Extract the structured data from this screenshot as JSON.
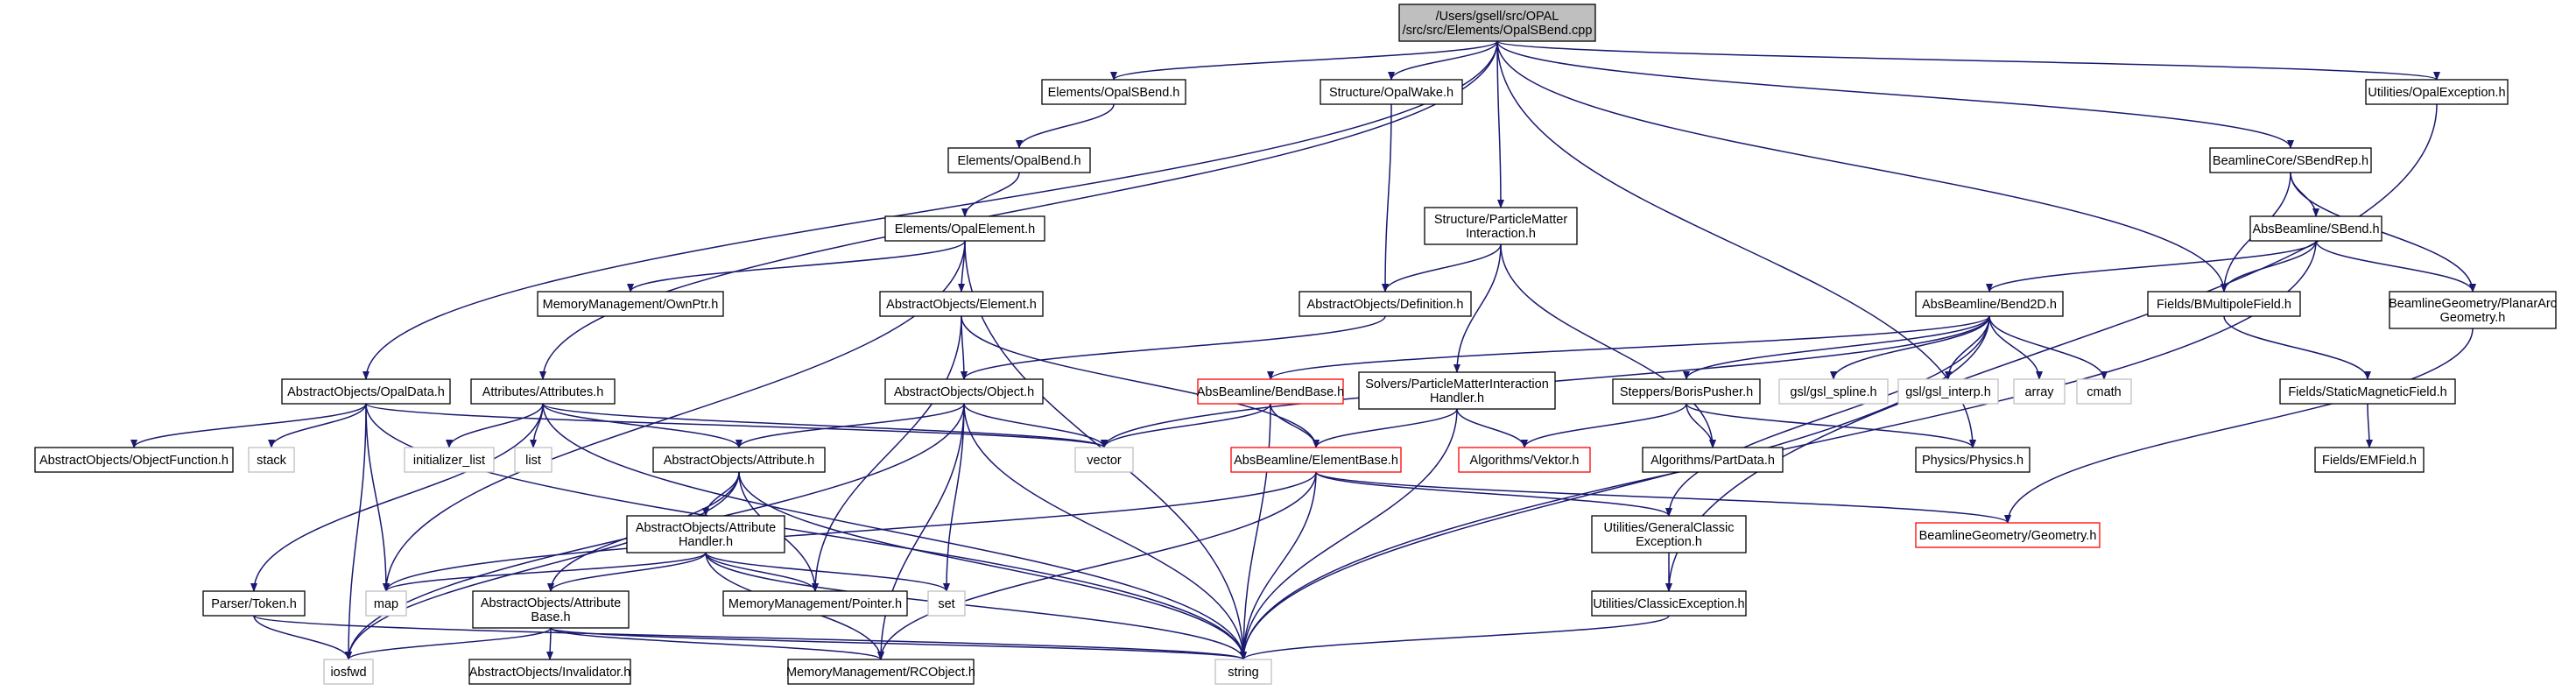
{
  "diagram": {
    "colors": {
      "edge": "#191970",
      "root_fill": "#bfbfbf",
      "red_border": "#ff0000",
      "grey_border": "#bfbfbf",
      "black_border": "#000000"
    },
    "nodes": [
      {
        "id": "root",
        "lines": [
          "/Users/gsell/src/OPAL",
          "/src/src/Elements/OpalSBend.cpp"
        ],
        "style": "root"
      },
      {
        "id": "opalsbend_h",
        "lines": [
          "Elements/OpalSBend.h"
        ],
        "style": "normal"
      },
      {
        "id": "opalwake_h",
        "lines": [
          "Structure/OpalWake.h"
        ],
        "style": "normal"
      },
      {
        "id": "pmi_h",
        "lines": [
          "Structure/ParticleMatter",
          "Interaction.h"
        ],
        "style": "normal"
      },
      {
        "id": "sbendrep_h",
        "lines": [
          "BeamlineCore/SBendRep.h"
        ],
        "style": "normal"
      },
      {
        "id": "opalexception_h",
        "lines": [
          "Utilities/OpalException.h"
        ],
        "style": "normal"
      },
      {
        "id": "opalbend_h",
        "lines": [
          "Elements/OpalBend.h"
        ],
        "style": "normal"
      },
      {
        "id": "opalelement_h",
        "lines": [
          "Elements/OpalElement.h"
        ],
        "style": "normal"
      },
      {
        "id": "ownptr_h",
        "lines": [
          "MemoryManagement/OwnPtr.h"
        ],
        "style": "normal"
      },
      {
        "id": "element_h",
        "lines": [
          "AbstractObjects/Element.h"
        ],
        "style": "normal"
      },
      {
        "id": "definition_h",
        "lines": [
          "AbstractObjects/Definition.h"
        ],
        "style": "normal"
      },
      {
        "id": "absbeamline_sbend_h",
        "lines": [
          "AbsBeamline/SBend.h"
        ],
        "style": "normal"
      },
      {
        "id": "planararc_h",
        "lines": [
          "BeamlineGeometry/PlanarArc",
          "Geometry.h"
        ],
        "style": "normal"
      },
      {
        "id": "bend2d_h",
        "lines": [
          "AbsBeamline/Bend2D.h"
        ],
        "style": "normal"
      },
      {
        "id": "bmultipole_h",
        "lines": [
          "Fields/BMultipoleField.h"
        ],
        "style": "normal"
      },
      {
        "id": "staticmag_h",
        "lines": [
          "Fields/StaticMagneticField.h"
        ],
        "style": "normal"
      },
      {
        "id": "emfield_h",
        "lines": [
          "Fields/EMField.h"
        ],
        "style": "normal"
      },
      {
        "id": "opaldata_h",
        "lines": [
          "AbstractObjects/OpalData.h"
        ],
        "style": "normal"
      },
      {
        "id": "attributes_h",
        "lines": [
          "Attributes/Attributes.h"
        ],
        "style": "normal"
      },
      {
        "id": "object_h",
        "lines": [
          "AbstractObjects/Object.h"
        ],
        "style": "normal"
      },
      {
        "id": "bendbase_h",
        "lines": [
          "AbsBeamline/BendBase.h"
        ],
        "style": "red"
      },
      {
        "id": "solvers_pmi_h",
        "lines": [
          "Solvers/ParticleMatterInteraction",
          "Handler.h"
        ],
        "style": "normal"
      },
      {
        "id": "borispusher_h",
        "lines": [
          "Steppers/BorisPusher.h"
        ],
        "style": "normal"
      },
      {
        "id": "gsl_spline_h",
        "lines": [
          "gsl/gsl_spline.h"
        ],
        "style": "grey"
      },
      {
        "id": "gsl_interp_h",
        "lines": [
          "gsl/gsl_interp.h"
        ],
        "style": "grey"
      },
      {
        "id": "array",
        "lines": [
          "array"
        ],
        "style": "grey"
      },
      {
        "id": "cmath",
        "lines": [
          "cmath"
        ],
        "style": "grey"
      },
      {
        "id": "objectfunction_h",
        "lines": [
          "AbstractObjects/ObjectFunction.h"
        ],
        "style": "normal"
      },
      {
        "id": "stack",
        "lines": [
          "stack"
        ],
        "style": "grey"
      },
      {
        "id": "initializer_list",
        "lines": [
          "initializer_list"
        ],
        "style": "grey"
      },
      {
        "id": "list",
        "lines": [
          "list"
        ],
        "style": "grey"
      },
      {
        "id": "attribute_h",
        "lines": [
          "AbstractObjects/Attribute.h"
        ],
        "style": "normal"
      },
      {
        "id": "vector",
        "lines": [
          "vector"
        ],
        "style": "grey"
      },
      {
        "id": "elementbase_h",
        "lines": [
          "AbsBeamline/ElementBase.h"
        ],
        "style": "red"
      },
      {
        "id": "vektor_h",
        "lines": [
          "Algorithms/Vektor.h"
        ],
        "style": "red"
      },
      {
        "id": "partdata_h",
        "lines": [
          "Algorithms/PartData.h"
        ],
        "style": "normal"
      },
      {
        "id": "physics_h",
        "lines": [
          "Physics/Physics.h"
        ],
        "style": "normal"
      },
      {
        "id": "geometry_h",
        "lines": [
          "BeamlineGeometry/Geometry.h"
        ],
        "style": "red"
      },
      {
        "id": "attrhandler_h",
        "lines": [
          "AbstractObjects/Attribute",
          "Handler.h"
        ],
        "style": "normal"
      },
      {
        "id": "genclassicexc_h",
        "lines": [
          "Utilities/GeneralClassic",
          "Exception.h"
        ],
        "style": "normal"
      },
      {
        "id": "token_h",
        "lines": [
          "Parser/Token.h"
        ],
        "style": "normal"
      },
      {
        "id": "map",
        "lines": [
          "map"
        ],
        "style": "grey"
      },
      {
        "id": "attrbase_h",
        "lines": [
          "AbstractObjects/Attribute",
          "Base.h"
        ],
        "style": "normal"
      },
      {
        "id": "pointer_h",
        "lines": [
          "MemoryManagement/Pointer.h"
        ],
        "style": "normal"
      },
      {
        "id": "set",
        "lines": [
          "set"
        ],
        "style": "grey"
      },
      {
        "id": "classicexc_h",
        "lines": [
          "Utilities/ClassicException.h"
        ],
        "style": "normal"
      },
      {
        "id": "invalidator_h",
        "lines": [
          "AbstractObjects/Invalidator.h"
        ],
        "style": "normal"
      },
      {
        "id": "rcobject_h",
        "lines": [
          "MemoryManagement/RCObject.h"
        ],
        "style": "normal"
      },
      {
        "id": "iosfwd",
        "lines": [
          "iosfwd"
        ],
        "style": "grey"
      },
      {
        "id": "string",
        "lines": [
          "string"
        ],
        "style": "grey"
      }
    ],
    "edges": [
      [
        "root",
        "opalsbend_h"
      ],
      [
        "root",
        "opalwake_h"
      ],
      [
        "root",
        "pmi_h"
      ],
      [
        "root",
        "sbendrep_h"
      ],
      [
        "root",
        "opalexception_h"
      ],
      [
        "root",
        "opaldata_h"
      ],
      [
        "root",
        "attributes_h"
      ],
      [
        "root",
        "bmultipole_h"
      ],
      [
        "root",
        "physics_h"
      ],
      [
        "opalsbend_h",
        "opalbend_h"
      ],
      [
        "opalbend_h",
        "opalelement_h"
      ],
      [
        "opalelement_h",
        "ownptr_h"
      ],
      [
        "opalelement_h",
        "element_h"
      ],
      [
        "opalelement_h",
        "map"
      ],
      [
        "opalelement_h",
        "string"
      ],
      [
        "opalwake_h",
        "definition_h"
      ],
      [
        "pmi_h",
        "definition_h"
      ],
      [
        "pmi_h",
        "solvers_pmi_h"
      ],
      [
        "pmi_h",
        "partdata_h"
      ],
      [
        "sbendrep_h",
        "absbeamline_sbend_h"
      ],
      [
        "sbendrep_h",
        "bmultipole_h"
      ],
      [
        "sbendrep_h",
        "planararc_h"
      ],
      [
        "opalexception_h",
        "classicexc_h"
      ],
      [
        "absbeamline_sbend_h",
        "bend2d_h"
      ],
      [
        "absbeamline_sbend_h",
        "bmultipole_h"
      ],
      [
        "absbeamline_sbend_h",
        "planararc_h"
      ],
      [
        "absbeamline_sbend_h",
        "string"
      ],
      [
        "bend2d_h",
        "bendbase_h"
      ],
      [
        "bend2d_h",
        "borispusher_h"
      ],
      [
        "bend2d_h",
        "gsl_spline_h"
      ],
      [
        "bend2d_h",
        "gsl_interp_h"
      ],
      [
        "bend2d_h",
        "array"
      ],
      [
        "bend2d_h",
        "cmath"
      ],
      [
        "bend2d_h",
        "vector"
      ],
      [
        "bend2d_h",
        "genclassicexc_h"
      ],
      [
        "bend2d_h",
        "string"
      ],
      [
        "bmultipole_h",
        "staticmag_h"
      ],
      [
        "staticmag_h",
        "emfield_h"
      ],
      [
        "planararc_h",
        "geometry_h"
      ],
      [
        "element_h",
        "object_h"
      ],
      [
        "element_h",
        "elementbase_h"
      ],
      [
        "element_h",
        "pointer_h"
      ],
      [
        "definition_h",
        "object_h"
      ],
      [
        "object_h",
        "attribute_h"
      ],
      [
        "object_h",
        "vector"
      ],
      [
        "object_h",
        "set"
      ],
      [
        "object_h",
        "string"
      ],
      [
        "object_h",
        "rcobject_h"
      ],
      [
        "object_h",
        "iosfwd"
      ],
      [
        "opaldata_h",
        "objectfunction_h"
      ],
      [
        "opaldata_h",
        "stack"
      ],
      [
        "opaldata_h",
        "map"
      ],
      [
        "opaldata_h",
        "vector"
      ],
      [
        "opaldata_h",
        "string"
      ],
      [
        "opaldata_h",
        "iosfwd"
      ],
      [
        "attributes_h",
        "attribute_h"
      ],
      [
        "attributes_h",
        "token_h"
      ],
      [
        "attributes_h",
        "initializer_list"
      ],
      [
        "attributes_h",
        "list"
      ],
      [
        "attributes_h",
        "vector"
      ],
      [
        "attributes_h",
        "string"
      ],
      [
        "bendbase_h",
        "vector"
      ],
      [
        "bendbase_h",
        "elementbase_h"
      ],
      [
        "bendbase_h",
        "string"
      ],
      [
        "solvers_pmi_h",
        "elementbase_h"
      ],
      [
        "solvers_pmi_h",
        "vektor_h"
      ],
      [
        "solvers_pmi_h",
        "string"
      ],
      [
        "borispusher_h",
        "vektor_h"
      ],
      [
        "borispusher_h",
        "partdata_h"
      ],
      [
        "borispusher_h",
        "physics_h"
      ],
      [
        "attribute_h",
        "attrhandler_h"
      ],
      [
        "attribute_h",
        "attrbase_h"
      ],
      [
        "attribute_h",
        "pointer_h"
      ],
      [
        "attribute_h",
        "iosfwd"
      ],
      [
        "attribute_h",
        "string"
      ],
      [
        "elementbase_h",
        "genclassicexc_h"
      ],
      [
        "elementbase_h",
        "geometry_h"
      ],
      [
        "elementbase_h",
        "map"
      ],
      [
        "elementbase_h",
        "rcobject_h"
      ],
      [
        "elementbase_h",
        "string"
      ],
      [
        "attrhandler_h",
        "attrbase_h"
      ],
      [
        "attrhandler_h",
        "pointer_h"
      ],
      [
        "attrhandler_h",
        "set"
      ],
      [
        "attrhandler_h",
        "map"
      ],
      [
        "attrhandler_h",
        "rcobject_h"
      ],
      [
        "attrhandler_h",
        "string"
      ],
      [
        "genclassicexc_h",
        "classicexc_h"
      ],
      [
        "token_h",
        "iosfwd"
      ],
      [
        "token_h",
        "string"
      ],
      [
        "attrbase_h",
        "invalidator_h"
      ],
      [
        "attrbase_h",
        "rcobject_h"
      ],
      [
        "attrbase_h",
        "iosfwd"
      ],
      [
        "attrbase_h",
        "string"
      ],
      [
        "classicexc_h",
        "string"
      ]
    ]
  }
}
